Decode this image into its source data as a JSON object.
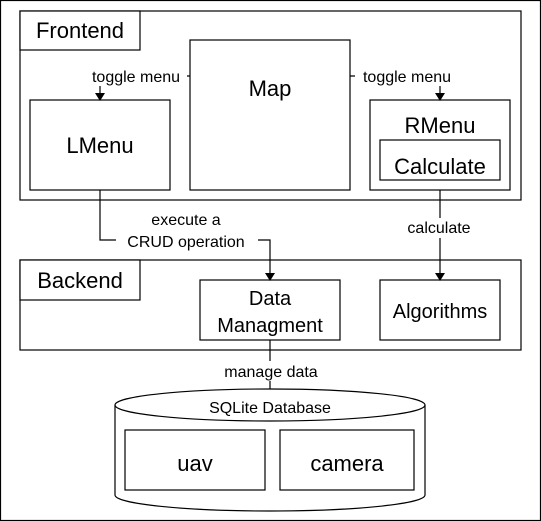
{
  "frontend": {
    "title": "Frontend",
    "map": "Map",
    "lmenu": "LMenu",
    "rmenu": "RMenu",
    "calculate": "Calculate"
  },
  "backend": {
    "title": "Backend",
    "data_managment_line1": "Data",
    "data_managment_line2": "Managment",
    "algorithms": "Algorithms"
  },
  "database": {
    "title": "SQLite Database",
    "tables": [
      "uav",
      "camera"
    ]
  },
  "edges": {
    "toggle_menu_left": "toggle menu",
    "toggle_menu_right": "toggle menu",
    "execute_line1": "execute a",
    "execute_line2": "CRUD operation",
    "calculate": "calculate",
    "manage_data": "manage data"
  },
  "colors": {
    "stroke": "#000000",
    "fill": "#ffffff"
  }
}
